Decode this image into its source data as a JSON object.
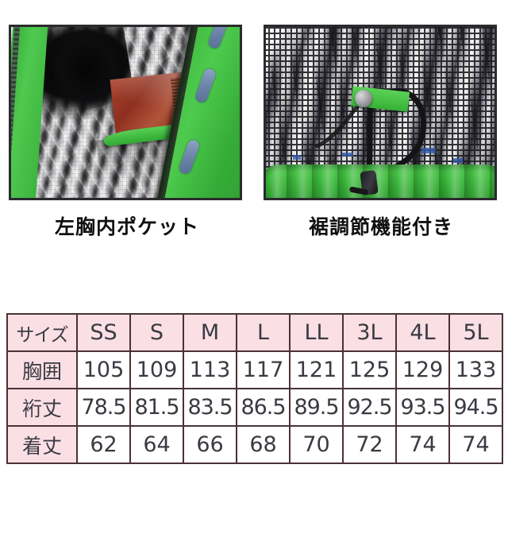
{
  "photos": [
    {
      "id": "inner-chest-pocket",
      "caption": "左胸内ポケット",
      "alt": "左胸内ポケット写真",
      "colors": {
        "lining": "#c9c9cb",
        "trim": "#3fb83f",
        "wallet": "#8e3020",
        "reflector": "#6e87ab"
      }
    },
    {
      "id": "hem-adjuster",
      "caption": "裾調節機能付き",
      "alt": "裾調節機能付き写真",
      "colors": {
        "mesh": "#8d8d93",
        "hem": "#3bb83b",
        "cord": "#17171a",
        "snap": "#9a9a9e"
      }
    }
  ],
  "size_table": {
    "header": [
      "サイズ",
      "SS",
      "S",
      "M",
      "L",
      "LL",
      "3L",
      "4L",
      "5L"
    ],
    "rows": [
      {
        "label": "胸囲",
        "values": [
          "105",
          "109",
          "113",
          "117",
          "121",
          "125",
          "129",
          "133"
        ]
      },
      {
        "label": "裄丈",
        "values": [
          "78.5",
          "81.5",
          "83.5",
          "86.5",
          "89.5",
          "92.5",
          "93.5",
          "94.5"
        ]
      },
      {
        "label": "着丈",
        "values": [
          "62",
          "64",
          "66",
          "68",
          "70",
          "72",
          "74",
          "74"
        ]
      }
    ],
    "colors": {
      "header_bg": "#fadfe5",
      "border": "#4a3236",
      "text": "#3a3a42",
      "cell_bg": "#ffffff"
    }
  }
}
